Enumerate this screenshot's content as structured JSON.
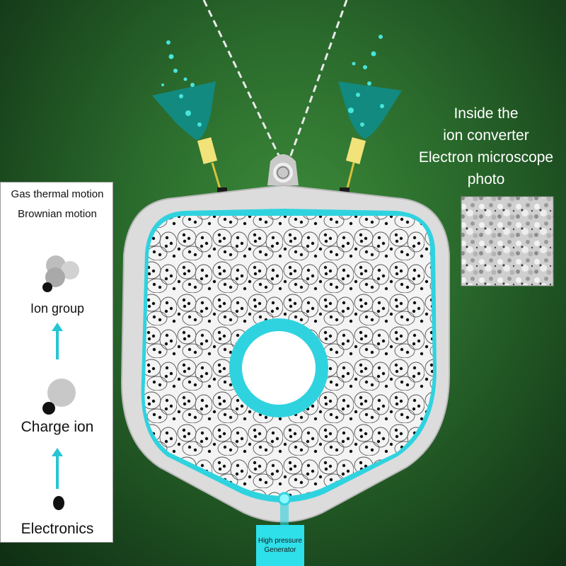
{
  "left_panel": {
    "title_line1": "Gas thermal motion",
    "title_line2": "Brownian motion",
    "stage_ion_group": "Ion group",
    "stage_charge_ion": "Charge ion",
    "stage_electronics": "Electronics"
  },
  "right_caption": {
    "line1": "Inside the",
    "line2": "ion converter",
    "line3": "Electron microscope",
    "line4": "photo"
  },
  "generator_box": {
    "line1": "High pressure",
    "line2": "Generator"
  },
  "colors": {
    "background": "#2a6a2c",
    "accent_cyan": "#27c5d4",
    "device_shell": "#d9d9d9",
    "brush_teal": "#128a80"
  }
}
